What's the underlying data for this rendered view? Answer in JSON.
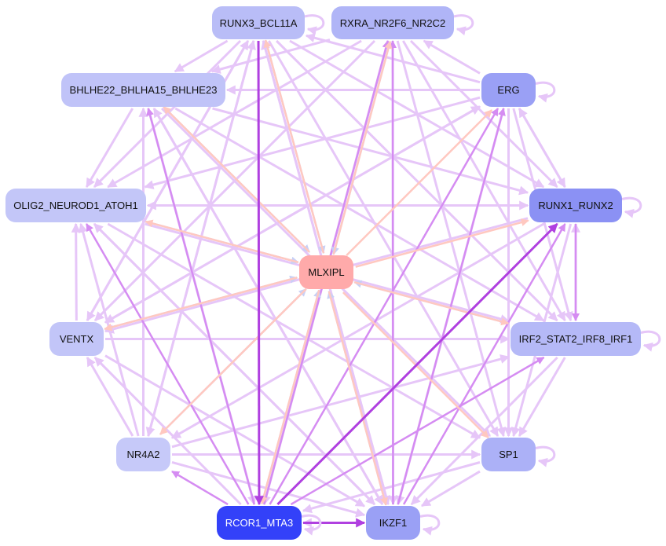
{
  "nodes": [
    {
      "id": "RUNX3_BCL11A",
      "label": "RUNX3_BCL11A",
      "color": "#b9bdf7",
      "self_loop": true
    },
    {
      "id": "RXRA_NR2F6_NR2C2",
      "label": "RXRA_NR2F6_NR2C2",
      "color": "#b0b5f7",
      "self_loop": true
    },
    {
      "id": "BHLHE22_BHLHA15_BHLHE23",
      "label": "BHLHE22_BHLHA15_BHLHE23",
      "color": "#c0c3f8",
      "self_loop": false
    },
    {
      "id": "ERG",
      "label": "ERG",
      "color": "#9aa0f5",
      "self_loop": true
    },
    {
      "id": "OLIG2_NEUROD1_ATOH1",
      "label": "OLIG2_NEUROD1_ATOH1",
      "color": "#c3c6f8",
      "self_loop": false
    },
    {
      "id": "RUNX1_RUNX2",
      "label": "RUNX1_RUNX2",
      "color": "#8b91f4",
      "self_loop": true
    },
    {
      "id": "MLXIPL",
      "label": "MLXIPL",
      "color": "#ffaaaa",
      "self_loop": false
    },
    {
      "id": "VENTX",
      "label": "VENTX",
      "color": "#c2c5f8",
      "self_loop": false
    },
    {
      "id": "IRF2_STAT2_IRF8_IRF1",
      "label": "IRF2_STAT2_IRF8_IRF1",
      "color": "#b5b9f7",
      "self_loop": true
    },
    {
      "id": "NR4A2",
      "label": "NR4A2",
      "color": "#c6c9f9",
      "self_loop": false
    },
    {
      "id": "SP1",
      "label": "SP1",
      "color": "#acb1f7",
      "self_loop": true
    },
    {
      "id": "RCOR1_MTA3",
      "label": "RCOR1_MTA3",
      "color": "#3341f9",
      "text_color": "#ffffff",
      "self_loop": true
    },
    {
      "id": "IKZF1",
      "label": "IKZF1",
      "color": "#9aa0f5",
      "self_loop": true
    }
  ],
  "edge_colors": {
    "default": "#e6c6f8",
    "to_hub": "#c8d0f6",
    "from_hub": "#ffc8c0",
    "strong": "#b040e0",
    "medium": "#d58cf2"
  },
  "edges": [
    [
      "RUNX3_BCL11A",
      "RCOR1_MTA3",
      "strong"
    ],
    [
      "RCOR1_MTA3",
      "IKZF1",
      "strong"
    ],
    [
      "RCOR1_MTA3",
      "RUNX1_RUNX2",
      "strong"
    ],
    [
      "RCOR1_MTA3",
      "NR4A2",
      "medium"
    ],
    [
      "RCOR1_MTA3",
      "IRF2_STAT2_IRF8_IRF1",
      "medium"
    ],
    [
      "RCOR1_MTA3",
      "ERG",
      "medium"
    ],
    [
      "RUNX1_RUNX2",
      "IRF2_STAT2_IRF8_IRF1",
      "medium"
    ],
    [
      "IRF2_STAT2_IRF8_IRF1",
      "RUNX1_RUNX2",
      "default"
    ],
    [
      "RUNX3_BCL11A",
      "MLXIPL",
      "to_hub"
    ],
    [
      "RXRA_NR2F6_NR2C2",
      "MLXIPL",
      "to_hub"
    ],
    [
      "BHLHE22_BHLHA15_BHLHE23",
      "MLXIPL",
      "to_hub"
    ],
    [
      "OLIG2_NEUROD1_ATOH1",
      "MLXIPL",
      "to_hub"
    ],
    [
      "VENTX",
      "MLXIPL",
      "to_hub"
    ],
    [
      "NR4A2",
      "MLXIPL",
      "to_hub"
    ],
    [
      "IKZF1",
      "MLXIPL",
      "to_hub"
    ],
    [
      "IRF2_STAT2_IRF8_IRF1",
      "MLXIPL",
      "to_hub"
    ],
    [
      "RCOR1_MTA3",
      "MLXIPL",
      "to_hub"
    ],
    [
      "MLXIPL",
      "ERG",
      "from_hub"
    ],
    [
      "MLXIPL",
      "RUNX1_RUNX2",
      "from_hub"
    ],
    [
      "MLXIPL",
      "SP1",
      "from_hub"
    ],
    [
      "MLXIPL",
      "RCOR1_MTA3",
      "from_hub"
    ],
    [
      "MLXIPL",
      "NR4A2",
      "from_hub"
    ],
    [
      "MLXIPL",
      "IKZF1",
      "from_hub"
    ],
    [
      "MLXIPL",
      "VENTX",
      "from_hub"
    ],
    [
      "MLXIPL",
      "RXRA_NR2F6_NR2C2",
      "from_hub"
    ],
    [
      "MLXIPL",
      "RUNX3_BCL11A",
      "from_hub"
    ],
    [
      "MLXIPL",
      "OLIG2_NEUROD1_ATOH1",
      "from_hub"
    ],
    [
      "MLXIPL",
      "IRF2_STAT2_IRF8_IRF1",
      "from_hub"
    ],
    [
      "MLXIPL",
      "BHLHE22_BHLHA15_BHLHE23",
      "from_hub"
    ],
    [
      "RUNX3_BCL11A",
      "BHLHE22_BHLHA15_BHLHE23",
      "default"
    ],
    [
      "RUNX3_BCL11A",
      "OLIG2_NEUROD1_ATOH1",
      "default"
    ],
    [
      "RUNX3_BCL11A",
      "VENTX",
      "default"
    ],
    [
      "RUNX3_BCL11A",
      "NR4A2",
      "default"
    ],
    [
      "RUNX3_BCL11A",
      "SP1",
      "default"
    ],
    [
      "RUNX3_BCL11A",
      "IKZF1",
      "default"
    ],
    [
      "RUNX3_BCL11A",
      "RUNX1_RUNX2",
      "default"
    ],
    [
      "RUNX3_BCL11A",
      "IRF2_STAT2_IRF8_IRF1",
      "default"
    ],
    [
      "RXRA_NR2F6_NR2C2",
      "BHLHE22_BHLHA15_BHLHE23",
      "default"
    ],
    [
      "RXRA_NR2F6_NR2C2",
      "OLIG2_NEUROD1_ATOH1",
      "default"
    ],
    [
      "RXRA_NR2F6_NR2C2",
      "VENTX",
      "default"
    ],
    [
      "RXRA_NR2F6_NR2C2",
      "SP1",
      "default"
    ],
    [
      "RXRA_NR2F6_NR2C2",
      "IKZF1",
      "default"
    ],
    [
      "RXRA_NR2F6_NR2C2",
      "RCOR1_MTA3",
      "default"
    ],
    [
      "RXRA_NR2F6_NR2C2",
      "RUNX1_RUNX2",
      "default"
    ],
    [
      "RXRA_NR2F6_NR2C2",
      "IRF2_STAT2_IRF8_IRF1",
      "default"
    ],
    [
      "ERG",
      "RUNX3_BCL11A",
      "default"
    ],
    [
      "ERG",
      "RXRA_NR2F6_NR2C2",
      "default"
    ],
    [
      "ERG",
      "BHLHE22_BHLHA15_BHLHE23",
      "default"
    ],
    [
      "ERG",
      "OLIG2_NEUROD1_ATOH1",
      "default"
    ],
    [
      "ERG",
      "VENTX",
      "default"
    ],
    [
      "ERG",
      "RUNX1_RUNX2",
      "default"
    ],
    [
      "ERG",
      "SP1",
      "default"
    ],
    [
      "ERG",
      "IKZF1",
      "default"
    ],
    [
      "ERG",
      "IRF2_STAT2_IRF8_IRF1",
      "default"
    ],
    [
      "BHLHE22_BHLHA15_BHLHE23",
      "OLIG2_NEUROD1_ATOH1",
      "default"
    ],
    [
      "BHLHE22_BHLHA15_BHLHE23",
      "RUNX1_RUNX2",
      "default"
    ],
    [
      "BHLHE22_BHLHA15_BHLHE23",
      "IKZF1",
      "default"
    ],
    [
      "BHLHE22_BHLHA15_BHLHE23",
      "SP1",
      "default"
    ],
    [
      "BHLHE22_BHLHA15_BHLHE23",
      "RCOR1_MTA3",
      "default"
    ],
    [
      "BHLHE22_BHLHA15_BHLHE23",
      "IRF2_STAT2_IRF8_IRF1",
      "default"
    ],
    [
      "OLIG2_NEUROD1_ATOH1",
      "RUNX1_RUNX2",
      "default"
    ],
    [
      "OLIG2_NEUROD1_ATOH1",
      "IKZF1",
      "default"
    ],
    [
      "OLIG2_NEUROD1_ATOH1",
      "SP1",
      "default"
    ],
    [
      "OLIG2_NEUROD1_ATOH1",
      "IRF2_STAT2_IRF8_IRF1",
      "default"
    ],
    [
      "RUNX1_RUNX2",
      "OLIG2_NEUROD1_ATOH1",
      "default"
    ],
    [
      "RUNX1_RUNX2",
      "VENTX",
      "default"
    ],
    [
      "RUNX1_RUNX2",
      "NR4A2",
      "default"
    ],
    [
      "RUNX1_RUNX2",
      "ERG",
      "default"
    ],
    [
      "RUNX1_RUNX2",
      "SP1",
      "default"
    ],
    [
      "VENTX",
      "IRF2_STAT2_IRF8_IRF1",
      "default"
    ],
    [
      "VENTX",
      "RUNX3_BCL11A",
      "default"
    ],
    [
      "VENTX",
      "OLIG2_NEUROD1_ATOH1",
      "default"
    ],
    [
      "VENTX",
      "IKZF1",
      "default"
    ],
    [
      "VENTX",
      "ERG",
      "default"
    ],
    [
      "NR4A2",
      "IRF2_STAT2_IRF8_IRF1",
      "default"
    ],
    [
      "NR4A2",
      "SP1",
      "default"
    ],
    [
      "NR4A2",
      "VENTX",
      "default"
    ],
    [
      "NR4A2",
      "OLIG2_NEUROD1_ATOH1",
      "default"
    ],
    [
      "NR4A2",
      "BHLHE22_BHLHA15_BHLHE23",
      "default"
    ],
    [
      "NR4A2",
      "RUNX3_BCL11A",
      "default"
    ],
    [
      "NR4A2",
      "IKZF1",
      "default"
    ],
    [
      "SP1",
      "IKZF1",
      "default"
    ],
    [
      "SP1",
      "RCOR1_MTA3",
      "default"
    ],
    [
      "IRF2_STAT2_IRF8_IRF1",
      "SP1",
      "default"
    ],
    [
      "IRF2_STAT2_IRF8_IRF1",
      "IKZF1",
      "default"
    ],
    [
      "IKZF1",
      "RUNX1_RUNX2",
      "medium"
    ],
    [
      "IKZF1",
      "ERG",
      "medium"
    ],
    [
      "IKZF1",
      "RUNX3_BCL11A",
      "default"
    ],
    [
      "IKZF1",
      "RXRA_NR2F6_NR2C2",
      "medium"
    ],
    [
      "IKZF1",
      "BHLHE22_BHLHA15_BHLHE23",
      "default"
    ],
    [
      "IKZF1",
      "OLIG2_NEUROD1_ATOH1",
      "default"
    ],
    [
      "IKZF1",
      "RCOR1_MTA3",
      "default"
    ],
    [
      "RCOR1_MTA3",
      "RXRA_NR2F6_NR2C2",
      "medium"
    ],
    [
      "RCOR1_MTA3",
      "OLIG2_NEUROD1_ATOH1",
      "medium"
    ],
    [
      "RCOR1_MTA3",
      "BHLHE22_BHLHA15_BHLHE23",
      "medium"
    ],
    [
      "RCOR1_MTA3",
      "VENTX",
      "default"
    ]
  ]
}
